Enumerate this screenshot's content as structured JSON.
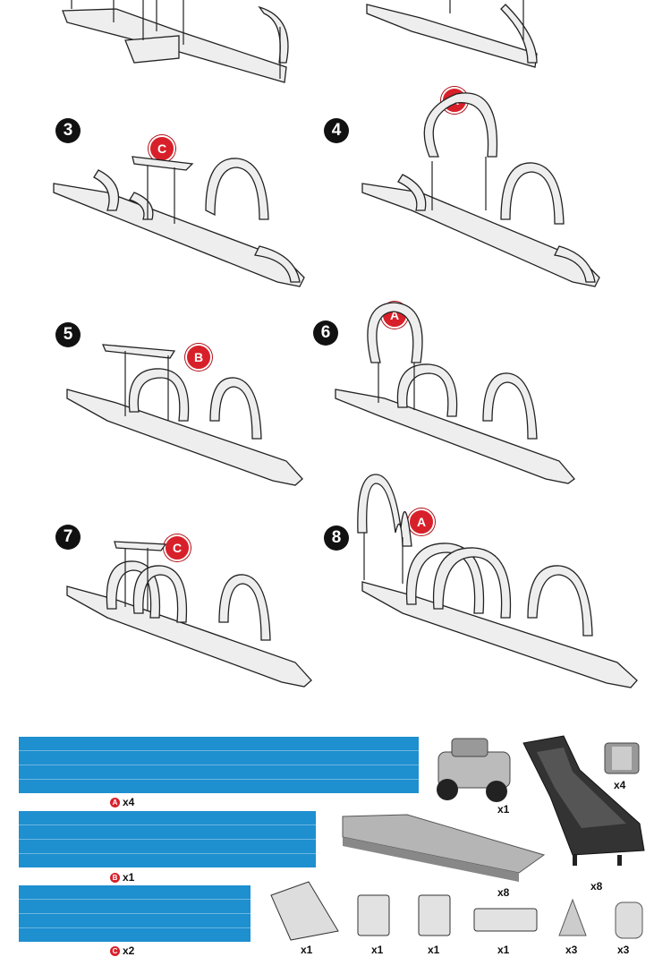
{
  "steps": [
    {
      "number": "3",
      "part": "C"
    },
    {
      "number": "4",
      "part": "A"
    },
    {
      "number": "5",
      "part": "B"
    },
    {
      "number": "6",
      "part": "A"
    },
    {
      "number": "7",
      "part": "C"
    },
    {
      "number": "8",
      "part": "A"
    }
  ],
  "parts_list": {
    "strips": [
      {
        "letter": "A",
        "qty": "x4"
      },
      {
        "letter": "B",
        "qty": "x1"
      },
      {
        "letter": "C",
        "qty": "x2"
      }
    ],
    "items": [
      {
        "name": "car",
        "qty": "x1"
      },
      {
        "name": "connector-cube",
        "qty": "x4"
      },
      {
        "name": "base-plate",
        "qty": "x8"
      },
      {
        "name": "launch-ramp",
        "qty": "x8"
      },
      {
        "name": "ramp-block",
        "qty": "x1"
      },
      {
        "name": "chevron-pad-1",
        "qty": "x1"
      },
      {
        "name": "chevron-pad-2",
        "qty": "x1"
      },
      {
        "name": "chevron-pad-3",
        "qty": "x1"
      },
      {
        "name": "cone-post",
        "qty": "x3"
      },
      {
        "name": "spool",
        "qty": "x3"
      }
    ]
  }
}
